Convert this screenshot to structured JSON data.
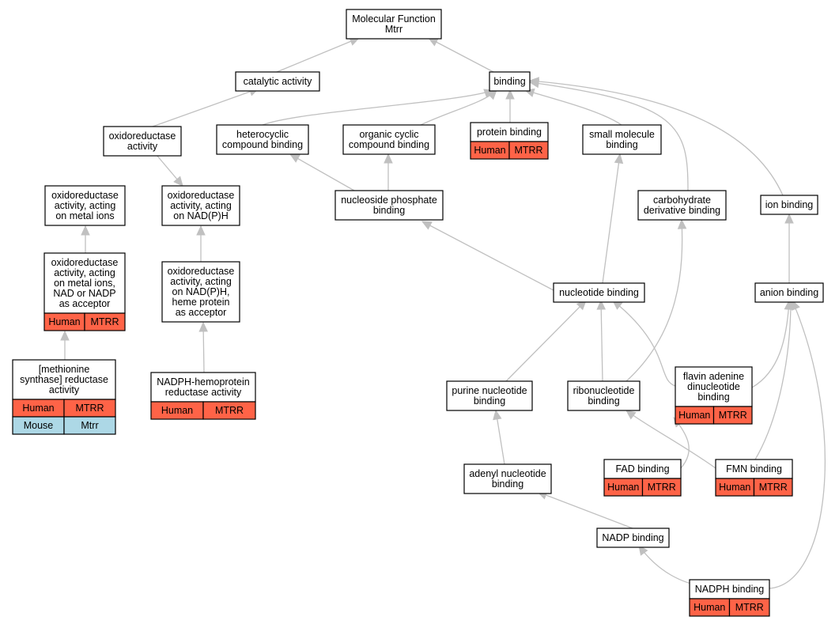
{
  "colors": {
    "human": "#ff6347",
    "mouse": "#add8e6",
    "edge": "#c0c0c0"
  },
  "nodes": {
    "mf": {
      "lines": [
        "Molecular Function",
        "Mtrr"
      ]
    },
    "cat": {
      "lines": [
        "catalytic activity"
      ]
    },
    "bind": {
      "lines": [
        "binding"
      ]
    },
    "oxr": {
      "lines": [
        "oxidoreductase",
        "activity"
      ]
    },
    "het": {
      "lines": [
        "heterocyclic",
        "compound binding"
      ]
    },
    "org": {
      "lines": [
        "organic cyclic",
        "compound binding"
      ]
    },
    "prot": {
      "lines": [
        "protein binding"
      ],
      "rows": [
        [
          "Human",
          "MTRR"
        ]
      ]
    },
    "smol": {
      "lines": [
        "small molecule",
        "binding"
      ]
    },
    "oxm": {
      "lines": [
        "oxidoreductase",
        "activity, acting",
        "on metal ions"
      ]
    },
    "oxn": {
      "lines": [
        "oxidoreductase",
        "activity, acting",
        "on NAD(P)H"
      ]
    },
    "nsp": {
      "lines": [
        "nucleoside phosphate",
        "binding"
      ]
    },
    "carb": {
      "lines": [
        "carbohydrate",
        "derivative binding"
      ]
    },
    "ion": {
      "lines": [
        "ion binding"
      ]
    },
    "oxmn": {
      "lines": [
        "oxidoreductase",
        "activity, acting",
        "on metal ions,",
        "NAD or NADP",
        "as acceptor"
      ],
      "rows": [
        [
          "Human",
          "MTRR"
        ]
      ]
    },
    "oxnh": {
      "lines": [
        "oxidoreductase",
        "activity, acting",
        "on NAD(P)H,",
        "heme protein",
        "as acceptor"
      ]
    },
    "nucl": {
      "lines": [
        "nucleotide binding"
      ]
    },
    "anio": {
      "lines": [
        "anion binding"
      ]
    },
    "meth": {
      "lines": [
        "[methionine",
        "synthase] reductase",
        "activity"
      ],
      "rows": [
        [
          "Human",
          "MTRR"
        ],
        [
          "Mouse",
          "Mtrr"
        ]
      ]
    },
    "ndph": {
      "lines": [
        "NADPH-hemoprotein",
        "reductase activity"
      ],
      "rows": [
        [
          "Human",
          "MTRR"
        ]
      ]
    },
    "pur": {
      "lines": [
        "purine nucleotide",
        "binding"
      ]
    },
    "ribo": {
      "lines": [
        "ribonucleotide",
        "binding"
      ]
    },
    "flav": {
      "lines": [
        "flavin adenine",
        "dinucleotide",
        "binding"
      ],
      "rows": [
        [
          "Human",
          "MTRR"
        ]
      ]
    },
    "aden": {
      "lines": [
        "adenyl nucleotide",
        "binding"
      ]
    },
    "fad": {
      "lines": [
        "FAD binding"
      ],
      "rows": [
        [
          "Human",
          "MTRR"
        ]
      ]
    },
    "fmn": {
      "lines": [
        "FMN binding"
      ],
      "rows": [
        [
          "Human",
          "MTRR"
        ]
      ]
    },
    "nadp": {
      "lines": [
        "NADP binding"
      ]
    },
    "nadph": {
      "lines": [
        "NADPH binding"
      ],
      "rows": [
        [
          "Human",
          "MTRR"
        ]
      ]
    }
  }
}
